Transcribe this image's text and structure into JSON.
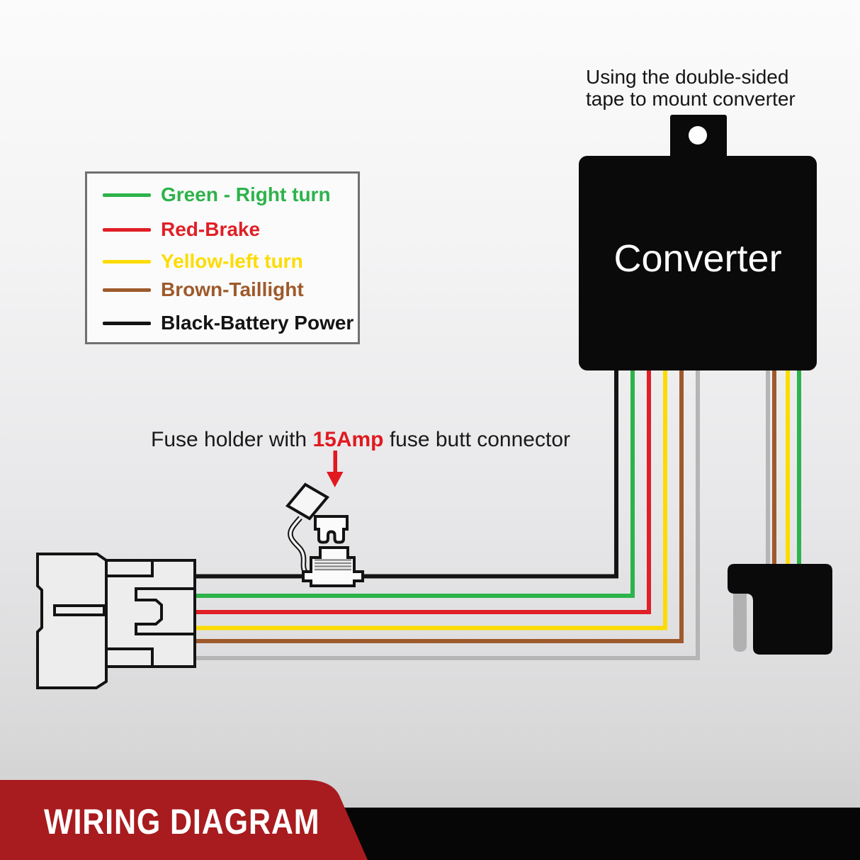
{
  "header_note": {
    "line1": "Using the double-sided",
    "line2": "tape to mount converter"
  },
  "converter": {
    "label": "Converter"
  },
  "legend": {
    "items": [
      {
        "id": "green",
        "label": "Green - Right turn"
      },
      {
        "id": "red",
        "label": "Red-Brake"
      },
      {
        "id": "yellow",
        "label": "Yellow-left turn"
      },
      {
        "id": "brown",
        "label": "Brown-Taillight"
      },
      {
        "id": "black",
        "label": "Black-Battery Power"
      }
    ]
  },
  "fuse_note": {
    "prefix": "Fuse holder with ",
    "amp": "15Amp",
    "suffix": " fuse butt connector"
  },
  "title": "WIRING DIAGRAM",
  "colors": {
    "green": "#2db34b",
    "red": "#e01f26",
    "yellow": "#fcdc00",
    "brown": "#9e5a2b",
    "black": "#141414",
    "gray": "#b5b5b6",
    "banner_red": "#a81b1e",
    "arrow_red": "#e0191f",
    "device_black": "#0a0a0a",
    "pin_gray": "#b1b1b1"
  }
}
